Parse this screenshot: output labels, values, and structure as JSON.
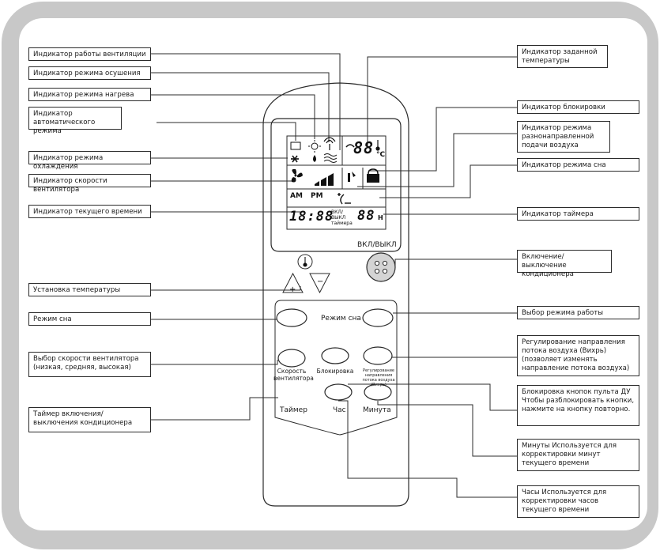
{
  "callouts": {
    "vent": "Индикатор работы вентиляции",
    "dry": "Индикатор режима осушения",
    "heat": "Индикатор режима нагрева",
    "auto": "Индикатор автоматического режима",
    "cool": "Индикатор режима охлаждения",
    "fan_speed": "Индикатор скорости вентилятора",
    "clock": "Индикатор текущего времени",
    "set_temp_title": "Установка температуры",
    "sleep_mode": "Режим сна",
    "fan_select": "Выбор скорости вентилятора (низкая, средняя, высокая)",
    "timer_onoff": "Таймер включения/выключения кондиционера",
    "target_temp": "Индикатор заданной температуры",
    "lock": "Индикатор блокировки",
    "swing": "Индикатор режима разнонаправленной подачи воздуха",
    "sleep_ind": "Индикатор режима сна",
    "timer_ind": "Индикатор таймера",
    "power": "Включение/выключение кондиционера",
    "mode_select": "Выбор режима работы",
    "airflow": "Регулирование направления потока воздуха (Вихрь) (позволяет изменять направление потока воздуха)",
    "lock_buttons": "Блокировка кнопок пульта ДУ Чтобы разблокировать кнопки, нажмите на кнопку повторно.",
    "minutes": "Минуты Используется для корректировки минут текущего времени",
    "hours": "Часы Используется для корректировки часов текущего времени"
  },
  "remote": {
    "power_label": "ВКЛ/ВЫКЛ",
    "sleep_label": "Режим сна",
    "fan_speed_label": "Скорость вентилятора",
    "lock_label": "Блокировка",
    "swing_label": "Регулирование направления потока воздуха (Вихрь)",
    "timer_label": "Таймер",
    "hour_label": "Час",
    "minute_label": "Минута",
    "lcd": {
      "temp_digits": "88",
      "temp_unit": "°C",
      "am": "AM",
      "pm": "PM",
      "time_digits": "18:88",
      "timer_caption": "ВКЛ/ВЫКЛ таймера",
      "timer_digits": "88",
      "timer_unit": "H"
    }
  },
  "colors": {
    "frame": "#c8c8c8",
    "inner": "#ffffff",
    "line": "#2b2b2b"
  }
}
